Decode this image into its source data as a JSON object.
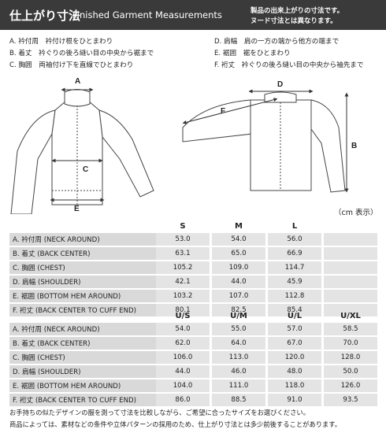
{
  "header": {
    "title_jp": "仕上がり寸法",
    "title_en": "Finished Garment Measurements",
    "note_line1": "製品の出来上がりの寸法です。",
    "note_line2": "ヌード寸法とは異なります。"
  },
  "legend": {
    "left": [
      "A. 衿付周　衿付け根をひとまわり",
      "B. 着丈　衿ぐりの後ろ縫い目の中央から裾まで",
      "C. 胸囲　両袖付け下を直線でひとまわり"
    ],
    "right": [
      "D. 肩幅　肩の一方の端から他方の端まで",
      "E. 裾囲　裾をひとまわり",
      "F. 裄丈　衿ぐりの後ろ縫い目の中央から袖先まで"
    ]
  },
  "diagram_labels": {
    "a": "A",
    "b": "B",
    "c": "C",
    "d": "D",
    "e": "E",
    "f": "F"
  },
  "unit_note": "（cm 表示）",
  "table1": {
    "headers": [
      "S",
      "M",
      "L"
    ],
    "rows": [
      {
        "label": "A. 衿付周 (NECK AROUND)",
        "values": [
          "53.0",
          "54.0",
          "56.0"
        ]
      },
      {
        "label": "B. 着丈 (BACK CENTER)",
        "values": [
          "63.1",
          "65.0",
          "66.9"
        ]
      },
      {
        "label": "C. 胸囲 (CHEST)",
        "values": [
          "105.2",
          "109.0",
          "114.7"
        ]
      },
      {
        "label": "D. 肩幅 (SHOULDER)",
        "values": [
          "42.1",
          "44.0",
          "45.9"
        ]
      },
      {
        "label": "E. 裾囲 (BOTTOM HEM AROUND)",
        "values": [
          "103.2",
          "107.0",
          "112.8"
        ]
      },
      {
        "label": "F. 裄丈 (BACK CENTER TO CUFF END)",
        "values": [
          "80.1",
          "82.5",
          "85.4"
        ]
      }
    ]
  },
  "table2": {
    "headers": [
      "U/S",
      "U/M",
      "U/L",
      "U/XL"
    ],
    "rows": [
      {
        "label": "A. 衿付周 (NECK AROUND)",
        "values": [
          "54.0",
          "55.0",
          "57.0",
          "58.5"
        ]
      },
      {
        "label": "B. 着丈 (BACK CENTER)",
        "values": [
          "62.0",
          "64.0",
          "67.0",
          "70.0"
        ]
      },
      {
        "label": "C. 胸囲 (CHEST)",
        "values": [
          "106.0",
          "113.0",
          "120.0",
          "128.0"
        ]
      },
      {
        "label": "D. 肩幅 (SHOULDER)",
        "values": [
          "44.0",
          "46.0",
          "48.0",
          "50.0"
        ]
      },
      {
        "label": "E. 裾囲 (BOTTOM HEM AROUND)",
        "values": [
          "104.0",
          "111.0",
          "118.0",
          "126.0"
        ]
      },
      {
        "label": "F. 裄丈 (BACK CENTER TO CUFF END)",
        "values": [
          "86.0",
          "88.5",
          "91.0",
          "93.5"
        ]
      }
    ]
  },
  "footer": {
    "line1": "お手持ちの似たデザインの服を測って寸法を比較しながら、ご希望に合ったサイズをお選びください。",
    "line2": "商品によっては、素材などの条件や立体パターンの採用のため、仕上がり寸法とは多少前後することがあります。"
  }
}
